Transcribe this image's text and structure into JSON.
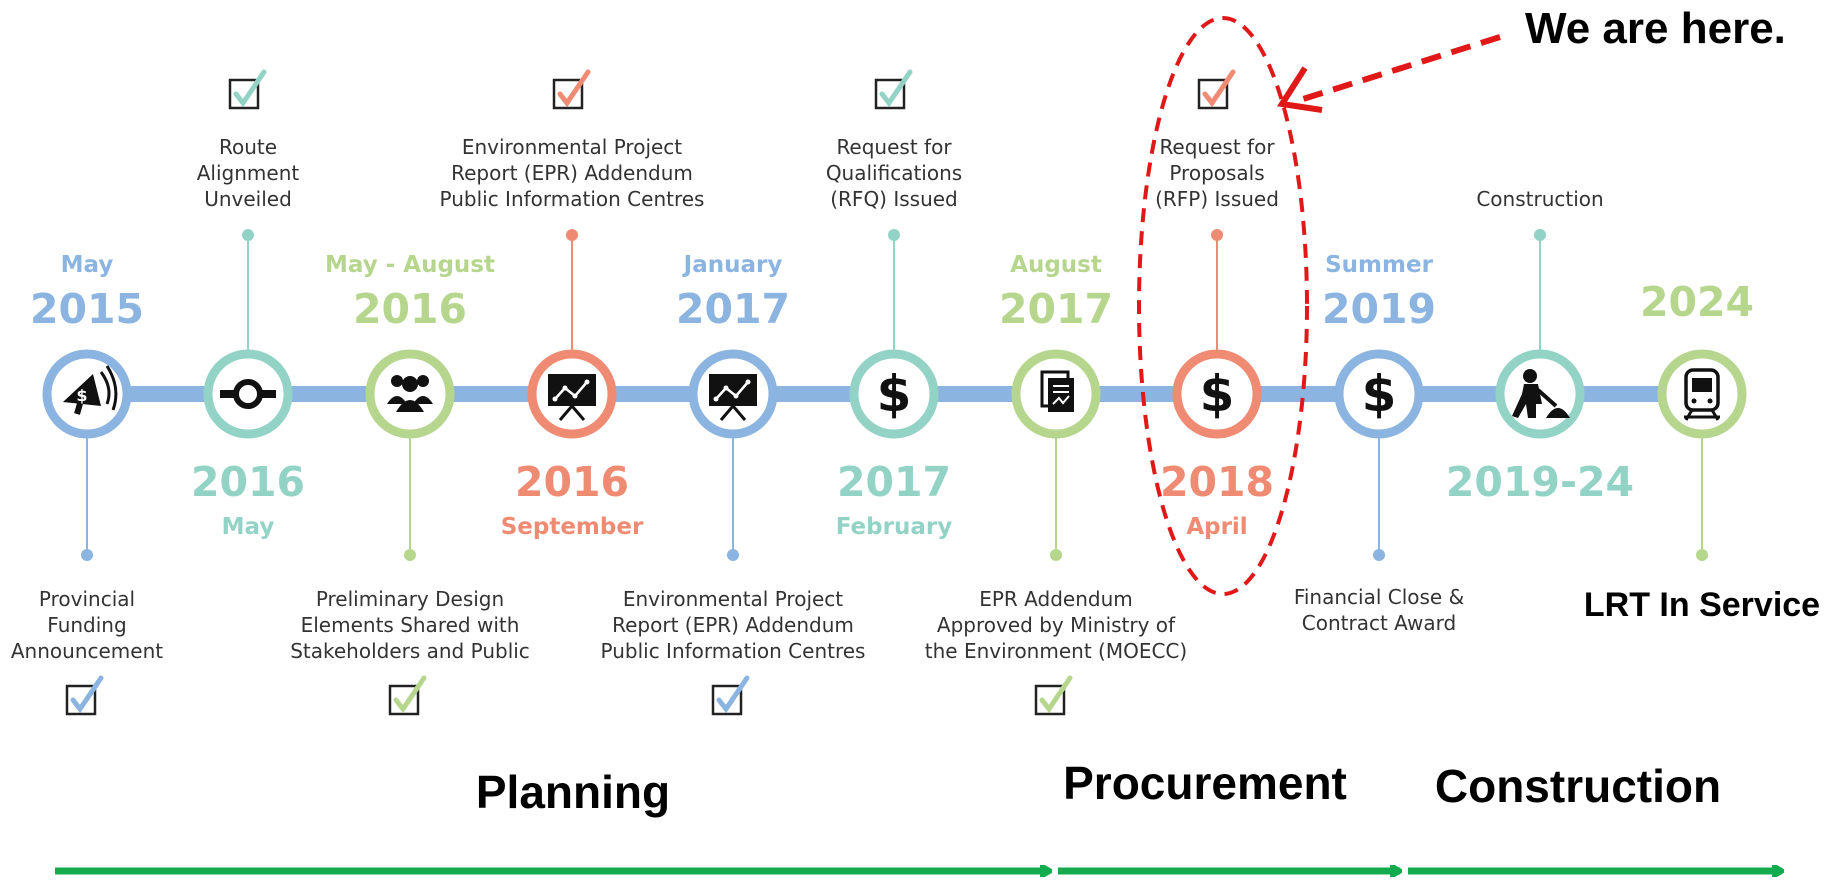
{
  "colors": {
    "blue": "#8bb4e0",
    "teal": "#93d3c6",
    "green": "#b6d68e",
    "salmon": "#f08b73",
    "track": "#8bb4e0",
    "phase_arrow": "#12ab4e",
    "callout": "#e01818"
  },
  "callout": {
    "text": "We are here."
  },
  "final_label": "LRT In Service",
  "phases": [
    {
      "label": "Planning"
    },
    {
      "label": "Procurement"
    },
    {
      "label": "Construction"
    }
  ],
  "milestones": [
    {
      "year": "2015",
      "month": "May",
      "label": [
        "Provincial",
        "Funding",
        "Announcement"
      ],
      "icon": "megaphone-dollar-icon",
      "color": "blue",
      "checked": true
    },
    {
      "year": "2016",
      "month": "May",
      "label": [
        "Route",
        "Alignment",
        "Unveiled"
      ],
      "icon": "route-icon",
      "color": "teal",
      "checked": true
    },
    {
      "year": "2016",
      "month": "May - August",
      "label": [
        "Preliminary Design",
        "Elements Shared with",
        "Stakeholders and Public"
      ],
      "icon": "people-icon",
      "color": "green",
      "checked": true
    },
    {
      "year": "2016",
      "month": "September",
      "label": [
        "Environmental Project",
        "Report (EPR) Addendum",
        "Public Information Centres"
      ],
      "icon": "presentation-icon",
      "color": "salmon",
      "checked": true
    },
    {
      "year": "2017",
      "month": "January",
      "label": [
        "Environmental Project",
        "Report (EPR) Addendum",
        "Public Information Centres"
      ],
      "icon": "presentation-icon",
      "color": "blue",
      "checked": true
    },
    {
      "year": "2017",
      "month": "February",
      "label": [
        "Request for",
        "Qualifications",
        "(RFQ) Issued"
      ],
      "icon": "dollar-icon",
      "color": "teal",
      "checked": true
    },
    {
      "year": "2017",
      "month": "August",
      "label": [
        "EPR Addendum",
        "Approved by Ministry of",
        "the Environment (MOECC)"
      ],
      "icon": "document-icon",
      "color": "green",
      "checked": true
    },
    {
      "year": "2018",
      "month": "April",
      "label": [
        "Request for",
        "Proposals",
        "(RFP) Issued"
      ],
      "icon": "dollar-icon",
      "color": "salmon",
      "checked": true
    },
    {
      "year": "2019",
      "month": "Summer",
      "label": [
        "Financial Close &",
        "Contract Award"
      ],
      "icon": "dollar-icon",
      "color": "blue",
      "checked": false
    },
    {
      "year": "2019-24",
      "month": "",
      "label": [
        "Construction"
      ],
      "icon": "construction-worker-icon",
      "color": "teal",
      "checked": false
    },
    {
      "year": "2024",
      "month": "",
      "label": [],
      "icon": "train-icon",
      "color": "green",
      "checked": false
    }
  ]
}
